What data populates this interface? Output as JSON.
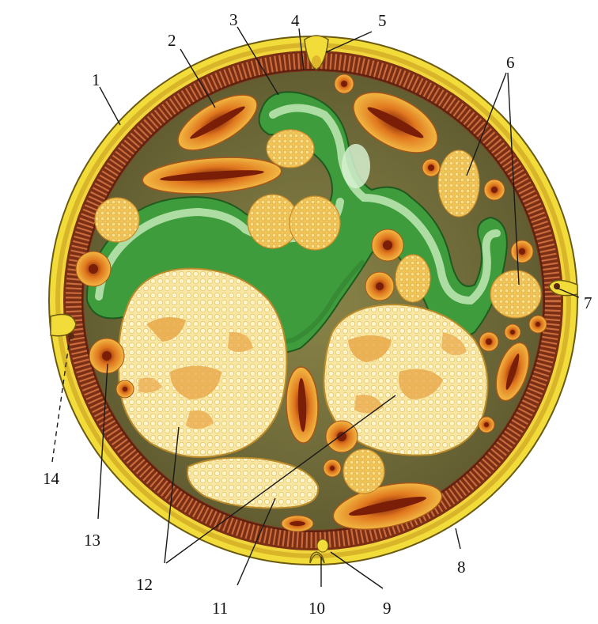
{
  "labels": {
    "l1": "1",
    "l2": "2",
    "l3": "3",
    "l4": "4",
    "l5": "5",
    "l6": "6",
    "l7": "7",
    "l8": "8",
    "l9": "9",
    "l10": "10",
    "l11": "11",
    "l12": "12",
    "l13": "13",
    "l14": "14"
  },
  "colors": {
    "cuticle": "#e8cf2a",
    "muscle_band": "#8a3a1c",
    "muscle_stripe": "#c9683a",
    "parenchyma": "#6e6a3a",
    "intestine": "#4caa4a",
    "intestine_light": "#b8e6b0",
    "ovary_yellow": "#f3d27a",
    "oviduct_orange": "#e89a2e",
    "uterus_pale": "#f6e4a6"
  }
}
